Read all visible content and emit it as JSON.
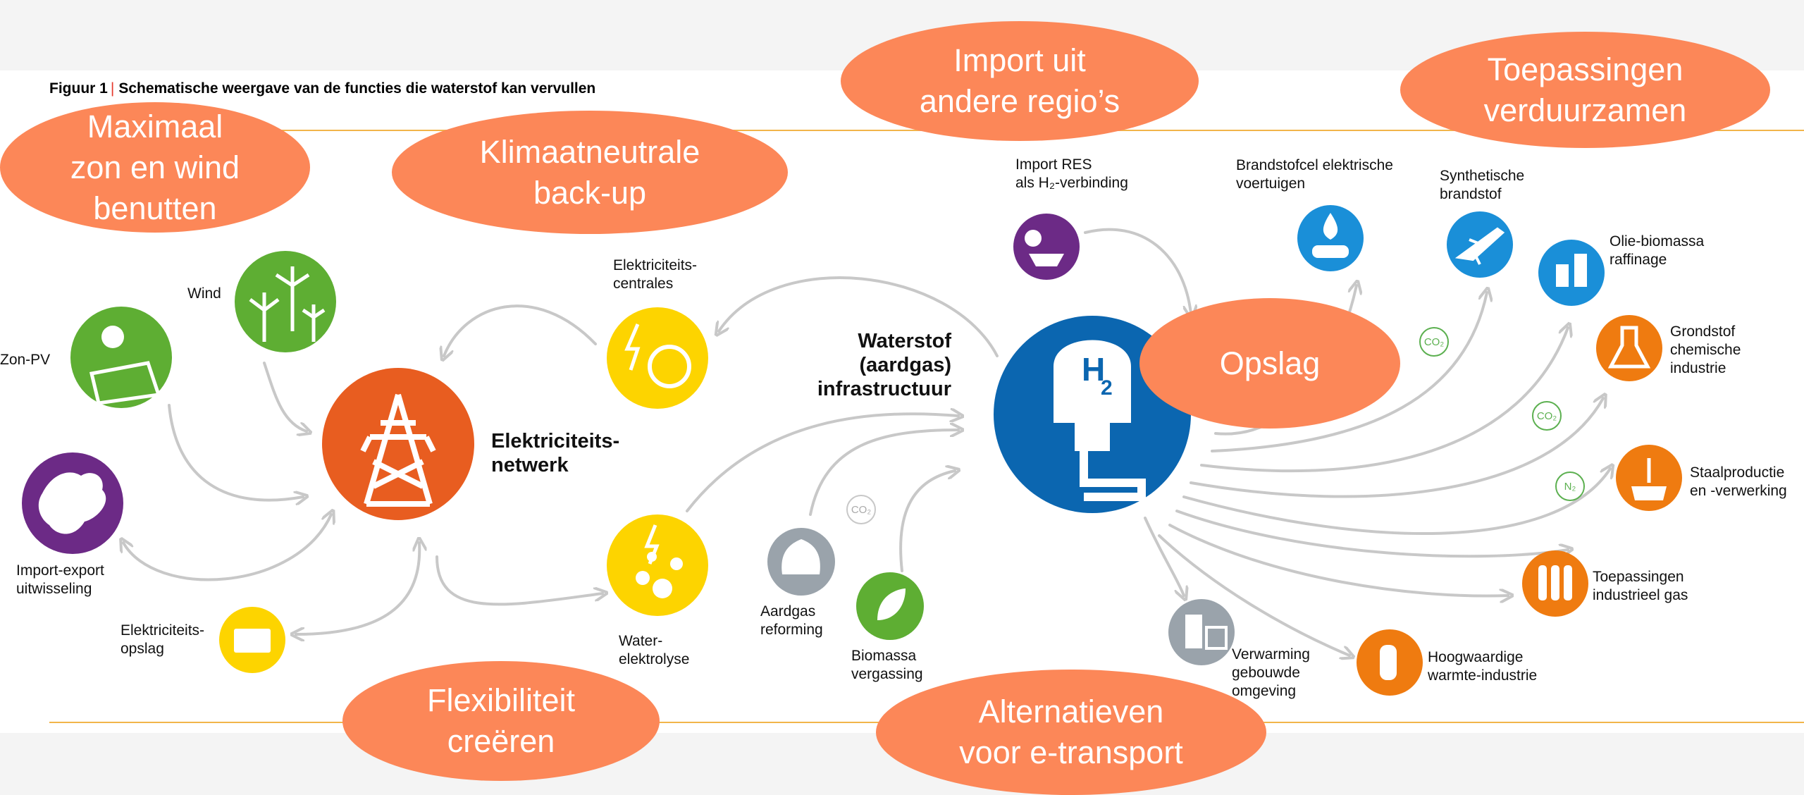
{
  "caption": {
    "figure_number": "Figuur 1",
    "separator": "|",
    "text": "Schematische weergave van de functies die waterstof kan vervullen"
  },
  "functions": {
    "max_zon_wind": "Maximaal\nzon en wind\nbenutten",
    "klimaatneutrale_backup": "Klimaatneutrale\nback-up",
    "import_regios": "Import uit\nandere regio’s",
    "toepassingen_verduurzamen": "Toepassingen\nverduurzamen",
    "opslag": "Opslag",
    "flexibiliteit": "Flexibiliteit\ncreëren",
    "alternatieven_etransport": "Alternatieven\nvoor e-transport"
  },
  "hubs": {
    "elektriciteitsnetwerk": "Elektriciteits-\nnetwerk",
    "waterstof_infra": "Waterstof\n(aardgas)\ninfrastructuur",
    "h2_symbol": "H",
    "h2_subscript": "2"
  },
  "nodes": {
    "wind": "Wind",
    "zon_pv": "Zon-PV",
    "import_export": "Import-export\nuitwisseling",
    "elektriciteitsopslag": "Elektriciteits-\nopslag",
    "elektriciteitscentrales": "Elektriciteits-\ncentrales",
    "waterelektrolyse": "Water-\nelektrolyse",
    "aardgas_reforming": "Aardgas\nreforming",
    "biomassa_vergassing": "Biomassa\nvergassing",
    "import_res": "Import RES\nals H₂-verbinding",
    "brandstofcel": "Brandstofcel elektrische\nvoertuigen",
    "synthetische_brandstof": "Synthetische\nbrandstof",
    "olie_biomassa": "Olie-biomassa\nraffinage",
    "grondstof_chemische": "Grondstof\nchemische\nindustrie",
    "staalproductie": "Staalproductie\nen -verwerking",
    "industrieel_gas": "Toepassingen\nindustrieel gas",
    "hoogwaardige_warmte": "Hoogwaardige\nwarmte-industrie",
    "verwarming": "Verwarming\ngebouwde\nomgeving"
  },
  "badges": {
    "co2": "CO₂",
    "n2": "N₂"
  },
  "colors": {
    "function_ellipse": "#fc8758",
    "grid_hub": "#e85d20",
    "h2_hub": "#0b66b0",
    "wind_zon": "#5eae33",
    "import_purple": "#6c2a86",
    "yellow": "#fdd400",
    "gray": "#9aa3ab",
    "app_blue": "#1a8fd8",
    "app_orange": "#ef7b10",
    "arrow": "#c8c8c8",
    "accent_line": "#f2b54a",
    "badge_green": "#5cb050"
  }
}
